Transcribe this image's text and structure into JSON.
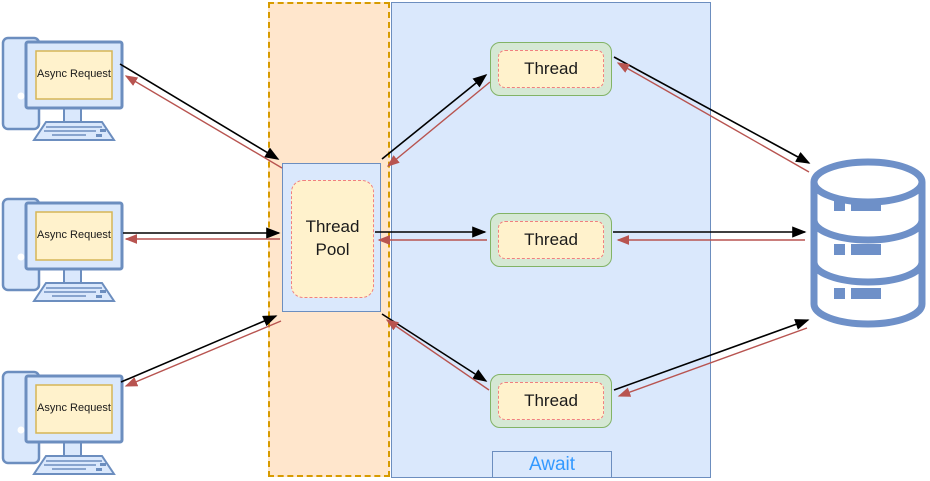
{
  "diagram": {
    "clients": [
      {
        "label": "Async Request"
      },
      {
        "label": "Async Request"
      },
      {
        "label": "Async Request"
      }
    ],
    "thread_pool": {
      "label": "Thread Pool"
    },
    "threads": [
      {
        "label": "Thread"
      },
      {
        "label": "Thread"
      },
      {
        "label": "Thread"
      }
    ],
    "await": {
      "label": "Await"
    },
    "database": {
      "icon": "database-cylinder-icon"
    },
    "connections": [
      {
        "from": "client-1",
        "to": "thread-pool",
        "request": "black",
        "response": "red"
      },
      {
        "from": "client-2",
        "to": "thread-pool",
        "request": "black",
        "response": "red"
      },
      {
        "from": "client-3",
        "to": "thread-pool",
        "request": "black",
        "response": "red"
      },
      {
        "from": "thread-pool",
        "to": "thread-1",
        "request": "black",
        "response": "red"
      },
      {
        "from": "thread-pool",
        "to": "thread-2",
        "request": "black",
        "response": "red"
      },
      {
        "from": "thread-pool",
        "to": "thread-3",
        "request": "black",
        "response": "red"
      },
      {
        "from": "thread-1",
        "to": "database",
        "request": "black",
        "response": "red"
      },
      {
        "from": "thread-2",
        "to": "database",
        "request": "black",
        "response": "red"
      },
      {
        "from": "thread-3",
        "to": "database",
        "request": "black",
        "response": "red"
      }
    ],
    "colors": {
      "client_fill": "#dae8fc",
      "client_stroke": "#6c8ebf",
      "screen_fill": "#fff2cc",
      "screen_stroke": "#d6b656",
      "pool_region_fill": "#ffe6cc",
      "pool_region_stroke": "#d79b00",
      "await_region_fill": "#dae8fc",
      "await_region_stroke": "#6c8ebf",
      "thread_fill": "#d5e8d4",
      "thread_stroke": "#82b366",
      "inner_dashed_stroke": "#f08080",
      "request_arrow": "#000000",
      "response_arrow": "#b85450",
      "database_color": "#6e90c8",
      "await_text": "#3399ff"
    }
  }
}
